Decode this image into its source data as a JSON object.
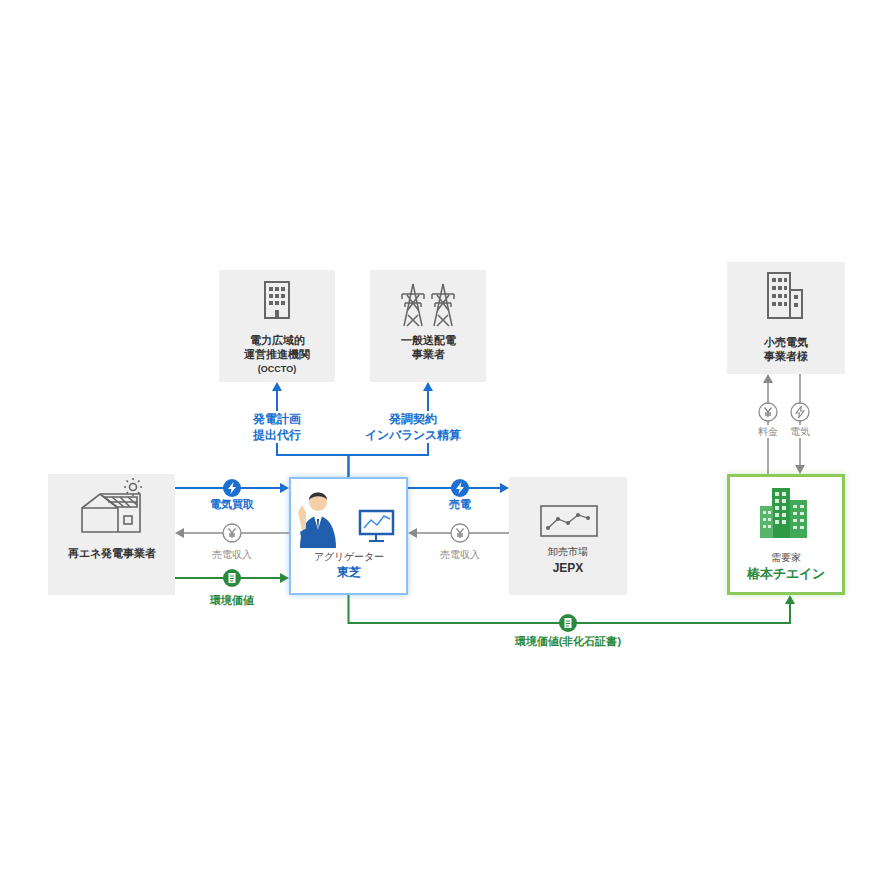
{
  "diagram": {
    "nodes": [
      {
        "text": [
          "電力広域的 運営推進機関",
          "(OCCTO)"
        ]
      },
      {
        "text": [
          "一般送配電 事業者"
        ]
      },
      {
        "text": [
          "小売電気 事業者様"
        ]
      },
      {
        "text": [
          "再エネ発電事業者"
        ]
      },
      {
        "text": [
          "アグリゲーター",
          "東芝"
        ]
      },
      {
        "text": [
          "卸売市場",
          "JEPX"
        ]
      },
      {
        "text": [
          "需要家",
          "椿本チエイン"
        ]
      }
    ],
    "edges": [
      {
        "from": 4,
        "to": 0,
        "arrow": "to",
        "label": "発電計画 提出代行"
      },
      {
        "from": 4,
        "to": 1,
        "arrow": "to",
        "label": "発調契約 インバランス精算"
      },
      {
        "from": 3,
        "to": 4,
        "arrow": "to",
        "label": "電気買取"
      },
      {
        "from": 4,
        "to": 3,
        "arrow": "to",
        "label": "売電収入"
      },
      {
        "from": 3,
        "to": 4,
        "arrow": "to",
        "label": "環境価値"
      },
      {
        "from": 4,
        "to": 5,
        "arrow": "to",
        "label": "売電"
      },
      {
        "from": 5,
        "to": 4,
        "arrow": "to",
        "label": "売電収入"
      },
      {
        "from": 4,
        "to": 6,
        "arrow": "to",
        "label": "環境価値(非化石証書)"
      },
      {
        "from": 6,
        "to": 2,
        "arrow": "to",
        "label": "料金"
      },
      {
        "from": 2,
        "to": 6,
        "arrow": "to",
        "label": "電気"
      }
    ]
  }
}
